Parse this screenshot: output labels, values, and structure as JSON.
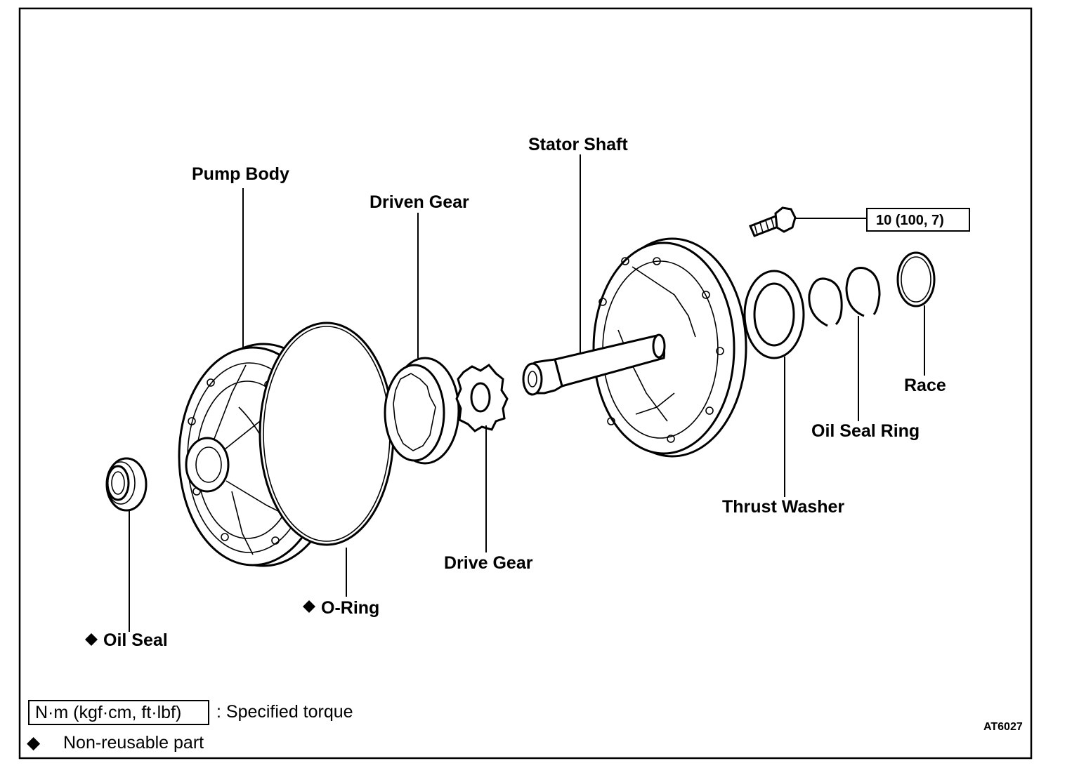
{
  "labels": {
    "stator_shaft": "Stator Shaft",
    "pump_body": "Pump Body",
    "driven_gear": "Driven Gear",
    "drive_gear": "Drive Gear",
    "o_ring": "O-Ring",
    "oil_seal": "Oil Seal",
    "thrust_washer": "Thrust Washer",
    "oil_seal_ring": "Oil Seal Ring",
    "race": "Race",
    "torque_value": "10 (100, 7)"
  },
  "legend": {
    "torque_unit": "N·m (kgf·cm, ft·lbf)",
    "torque_text": ":  Specified torque",
    "nonreusable_symbol": "◆",
    "nonreusable_text": "Non-reusable part"
  },
  "figure_code": "AT6027",
  "icons": {
    "nonreusable_marker": "diamond-icon"
  }
}
